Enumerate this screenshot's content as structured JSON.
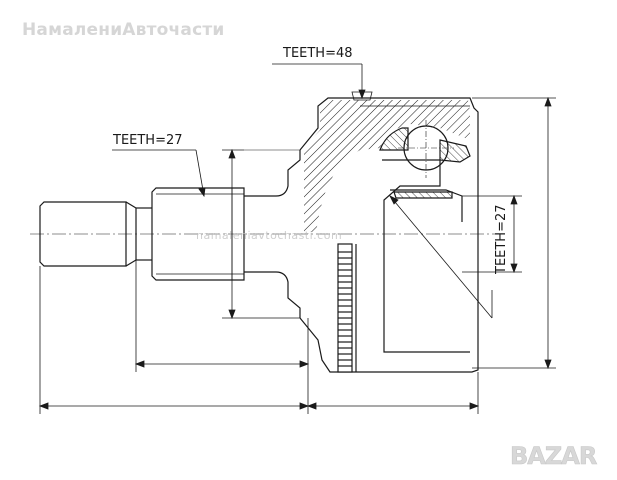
{
  "watermark": {
    "top_text": "НамалениАвточасти",
    "middle_text": "namalenіavtochasti.com"
  },
  "labels": {
    "outer_teeth": "TEETH=48",
    "shaft_teeth": "TEETH=27",
    "inner_teeth": "TEETH=27"
  },
  "logo": {
    "text": "BAZAR"
  },
  "colors": {
    "line": "#1a1a1a",
    "watermark": "#d6d6d6"
  }
}
